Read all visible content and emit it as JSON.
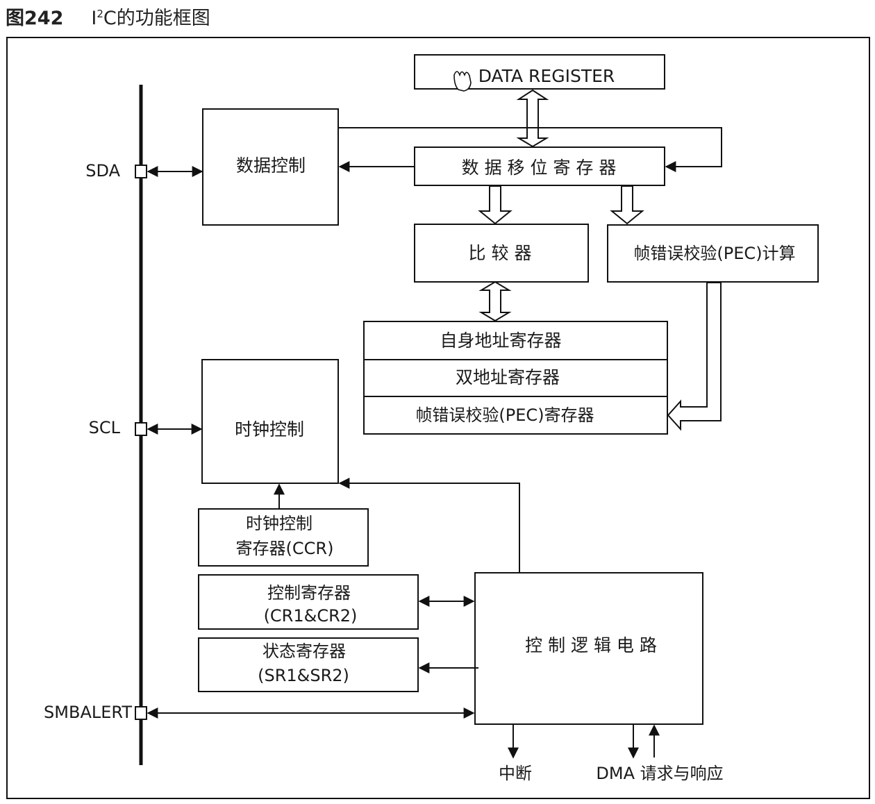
{
  "figure": {
    "number": "图242",
    "title_prefix": "I",
    "title_sup": "2",
    "title_suffix": "C的功能框图"
  },
  "pins": {
    "sda": "SDA",
    "scl": "SCL",
    "smbalert": "SMBALERT"
  },
  "blocks": {
    "data_register": "DATA REGISTER",
    "data_control": "数据控制",
    "shift_register": "数 据 移 位 寄 存 器",
    "comparator": "比 较 器",
    "pec_calc": "帧错误校验(PEC)计算",
    "own_address": "自身地址寄存器",
    "dual_address": "双地址寄存器",
    "pec_register": "帧错误校验(PEC)寄存器",
    "clock_control": "时钟控制",
    "ccr_line1": "时钟控制",
    "ccr_line2": "寄存器(CCR)",
    "cr_line1": "控制寄存器",
    "cr_line2": "(CR1&CR2)",
    "sr_line1": "状态寄存器",
    "sr_line2": "(SR1&SR2)",
    "control_logic": "控 制 逻 辑 电 路"
  },
  "outputs": {
    "interrupt": "中断",
    "dma": "DMA 请求与响应"
  }
}
